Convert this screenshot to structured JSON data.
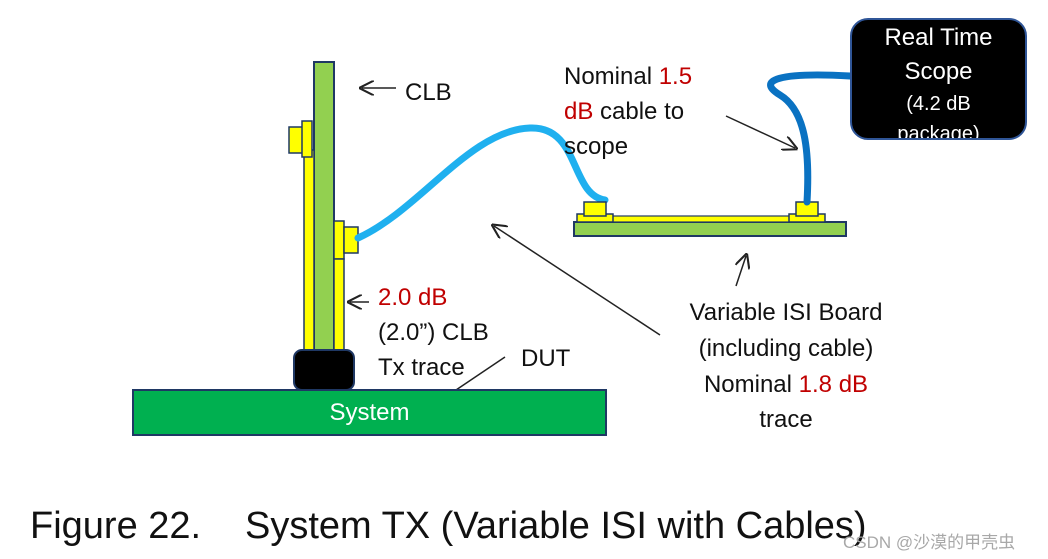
{
  "scope": {
    "line1": "Real Time",
    "line2": "Scope",
    "line3": "(4.2 dB",
    "line4": "package)"
  },
  "clb_label": "CLB",
  "cable_note": {
    "p1": "Nominal ",
    "val": "1.5",
    "p2": "dB",
    "p3": " cable to",
    "p4": "scope"
  },
  "clb_trace": {
    "val": "2.0 dB",
    "l2": "(2.0”) CLB",
    "l3": "Tx trace"
  },
  "dut_label": "DUT",
  "isi_board": {
    "l1": "Variable ISI Board",
    "l2": "(including cable)",
    "l3a": "Nominal ",
    "l3b": "1.8 dB",
    "l4": "trace"
  },
  "system_label": "System",
  "caption": {
    "number": "Figure 22.",
    "title": "System TX (Variable ISI with Cables)"
  },
  "watermark": "CSDN @沙漠的甲壳虫",
  "colors": {
    "board_green": "#92d050",
    "system_green": "#00b050",
    "connector_yellow": "#ffff00",
    "cable_blue": "#00b0f0",
    "cable_dark_blue": "#0070c0",
    "value_red": "#c00000"
  }
}
